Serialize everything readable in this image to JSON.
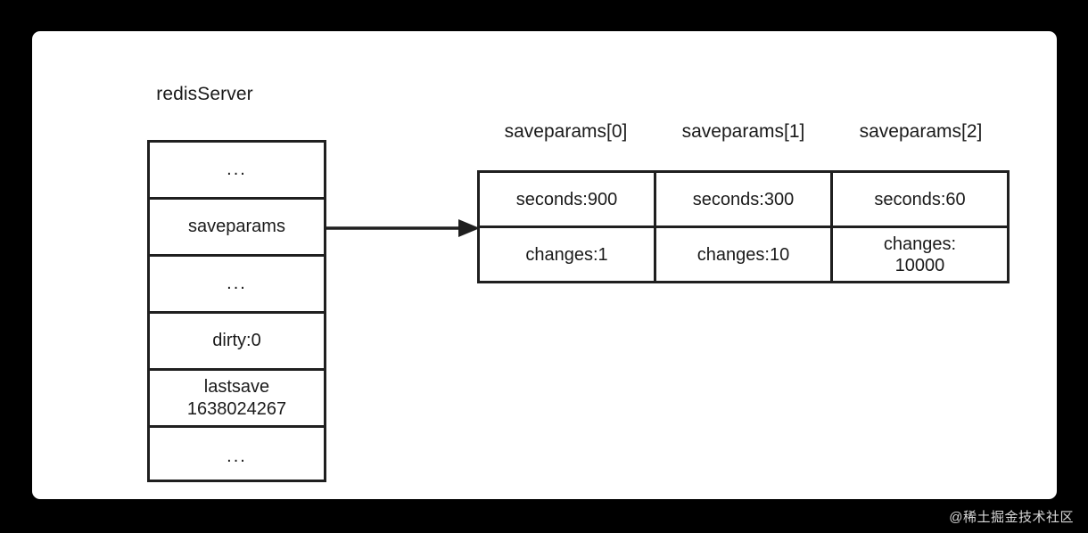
{
  "diagram": {
    "background_color": "#000000",
    "card_color": "#ffffff",
    "line_color": "#1f1f1f",
    "text_color": "#1a1a1a",
    "struct": {
      "title": "redisServer",
      "rows": [
        {
          "label": "..."
        },
        {
          "label": "saveparams"
        },
        {
          "label": "..."
        },
        {
          "label": "dirty:0"
        },
        {
          "label": "lastsave\n1638024267"
        },
        {
          "label": "..."
        }
      ]
    },
    "arrow": {
      "from": "saveparams",
      "to": "saveparams-array",
      "style": "solid-with-filled-arrowhead"
    },
    "array": {
      "headers": [
        "saveparams[0]",
        "saveparams[1]",
        "saveparams[2]"
      ],
      "columns": [
        {
          "seconds": "seconds:900",
          "changes": "changes:1"
        },
        {
          "seconds": "seconds:300",
          "changes": "changes:10"
        },
        {
          "seconds": "seconds:60",
          "changes": "changes:\n10000"
        }
      ]
    }
  },
  "watermark": {
    "text": "@稀土掘金技术社区"
  }
}
